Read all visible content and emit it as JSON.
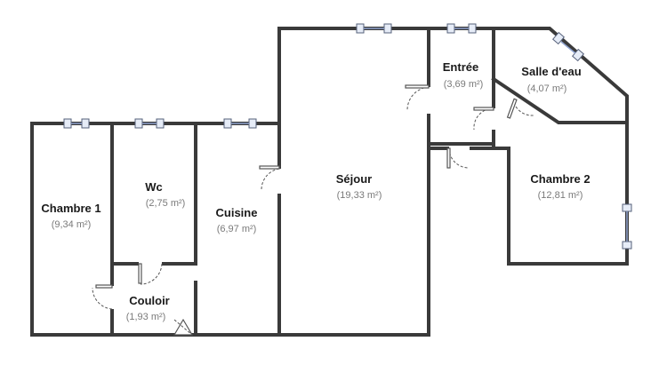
{
  "rooms": [
    {
      "name": "Chambre 1",
      "area": "(9,34 m²)"
    },
    {
      "name": "Wc",
      "area": "(2,75 m²)"
    },
    {
      "name": "Cuisine",
      "area": "(6,97 m²)"
    },
    {
      "name": "Séjour",
      "area": "(19,33 m²)"
    },
    {
      "name": "Entrée",
      "area": "(3,69 m²)"
    },
    {
      "name": "Salle d'eau",
      "area": "(4,07 m²)"
    },
    {
      "name": "Chambre 2",
      "area": "(12,81 m²)"
    },
    {
      "name": "Couloir",
      "area": "(1,93 m²)"
    }
  ],
  "colors": {
    "wall": "#3a3a3a",
    "window_glass": "#8fa3cf",
    "room_name": "#1a1a1a",
    "room_area": "#7a7a7a"
  }
}
